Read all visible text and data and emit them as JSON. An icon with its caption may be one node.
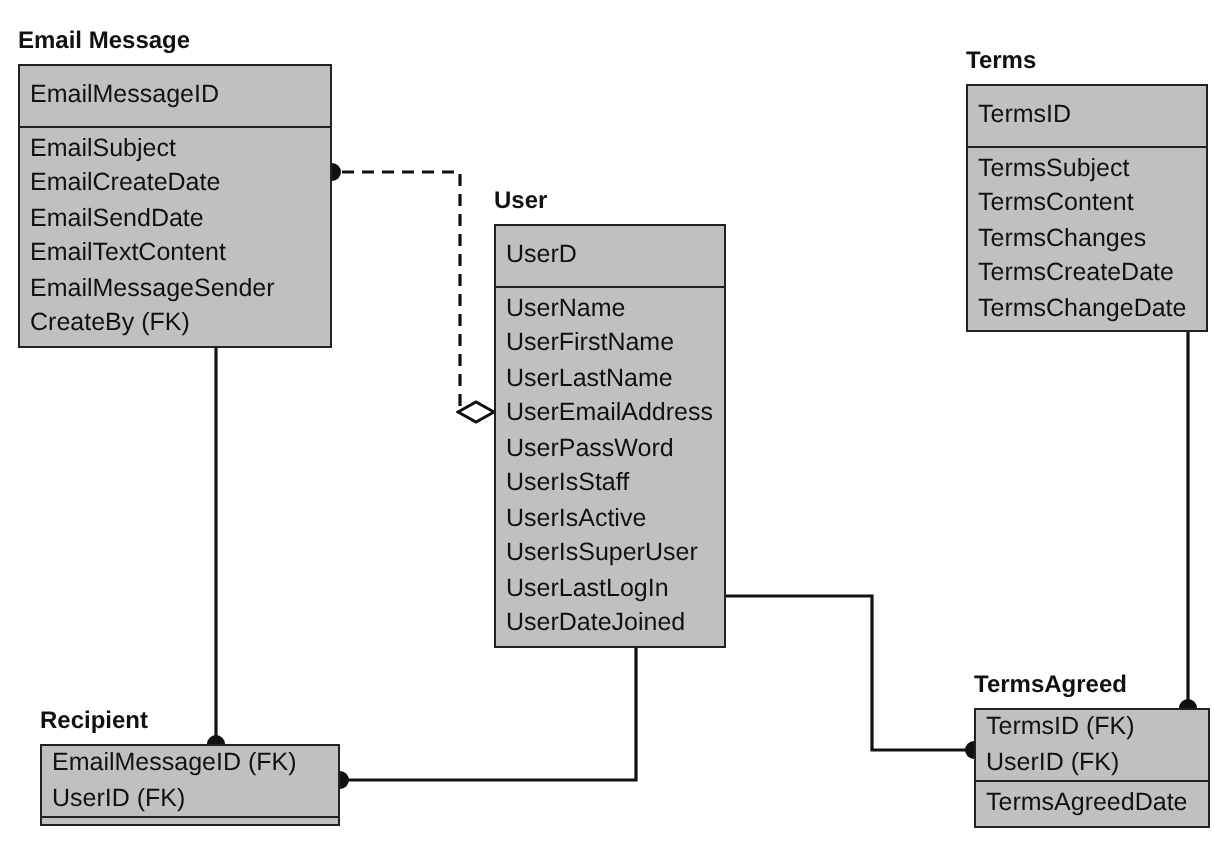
{
  "diagram": {
    "nodes": [
      {
        "text": [
          "Email Message"
        ]
      },
      {
        "text": [
          "EmailMessageID"
        ],
        "in": 0
      },
      {
        "text": [
          "EmailSubject",
          "EmailCreateDate",
          "EmailSendDate",
          "EmailTextContent",
          "EmailMessageSender",
          "CreateBy (FK)"
        ],
        "in": 0
      },
      {
        "text": [
          "User"
        ]
      },
      {
        "text": [
          "UserD"
        ],
        "in": 3
      },
      {
        "text": [
          "UserName",
          "UserFirstName",
          "UserLastName",
          "UserEmailAddress",
          "UserPassWord",
          "UserIsStaff",
          "UserIsActive",
          "UserIsSuperUser",
          "UserLastLogIn",
          "UserDateJoined"
        ],
        "in": 3
      },
      {
        "text": [
          "Terms"
        ]
      },
      {
        "text": [
          "TermsID"
        ],
        "in": 6
      },
      {
        "text": [
          "TermsSubject",
          "TermsContent",
          "TermsChanges",
          "TermsCreateDate",
          "TermsChangeDate"
        ],
        "in": 6
      },
      {
        "text": [
          "Recipient"
        ]
      },
      {
        "text": [
          "EmailMessageID (FK)",
          "UserID (FK)"
        ],
        "in": 9
      },
      {
        "text": [],
        "shape": "box",
        "in": 9
      },
      {
        "text": [
          "TermsAgreed"
        ]
      },
      {
        "text": [
          "TermsID (FK)",
          "UserID (FK)"
        ],
        "in": 12
      },
      {
        "text": [
          "TermsAgreedDate"
        ],
        "in": 12
      }
    ],
    "edges": [
      {
        "from": 3,
        "to": 0,
        "arrow": "other",
        "style": "dashed"
      },
      {
        "from": 0,
        "to": 9,
        "arrow": "other"
      },
      {
        "from": 3,
        "to": 9,
        "arrow": "other"
      },
      {
        "from": 3,
        "to": 12,
        "arrow": "other"
      },
      {
        "from": 6,
        "to": 12,
        "arrow": "other"
      }
    ]
  }
}
